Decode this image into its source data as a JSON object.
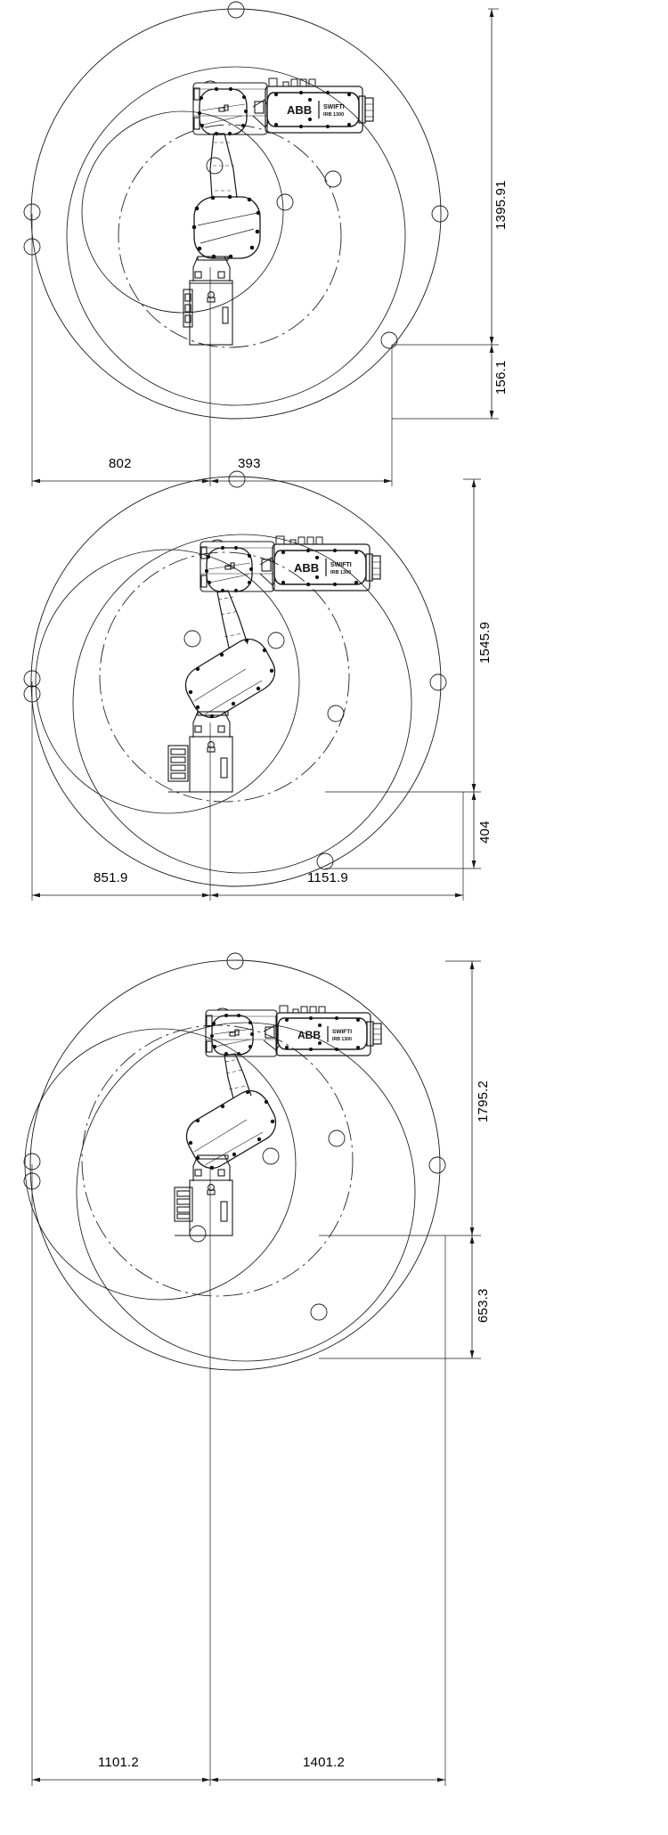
{
  "document": {
    "type": "technical-drawing",
    "subject": "ABB SWIFTI industrial robot working range envelopes",
    "brand": "ABB",
    "model_text": "SWIFTI",
    "model_sub_text": "IRB 1300"
  },
  "panels": [
    {
      "id": "panel-top",
      "name": "working-range-view-1",
      "dimensions": {
        "vertical_main": "1395.91",
        "vertical_lower": "156.1",
        "horizontal_left": "802",
        "horizontal_right": "393"
      }
    },
    {
      "id": "panel-middle",
      "name": "working-range-view-2",
      "dimensions": {
        "vertical_main": "1545.9",
        "vertical_lower": "404",
        "horizontal_left": "851.9",
        "horizontal_right": "1151.9"
      }
    },
    {
      "id": "panel-bottom",
      "name": "working-range-view-3",
      "dimensions": {
        "vertical_main": "1795.2",
        "vertical_lower": "653.3",
        "horizontal_left": "1101.2",
        "horizontal_right": "1401.2"
      }
    }
  ],
  "colors": {
    "line": "#1a1a1a",
    "thin_line": "#2b2b2b",
    "background": "#ffffff",
    "text": "#000000"
  }
}
